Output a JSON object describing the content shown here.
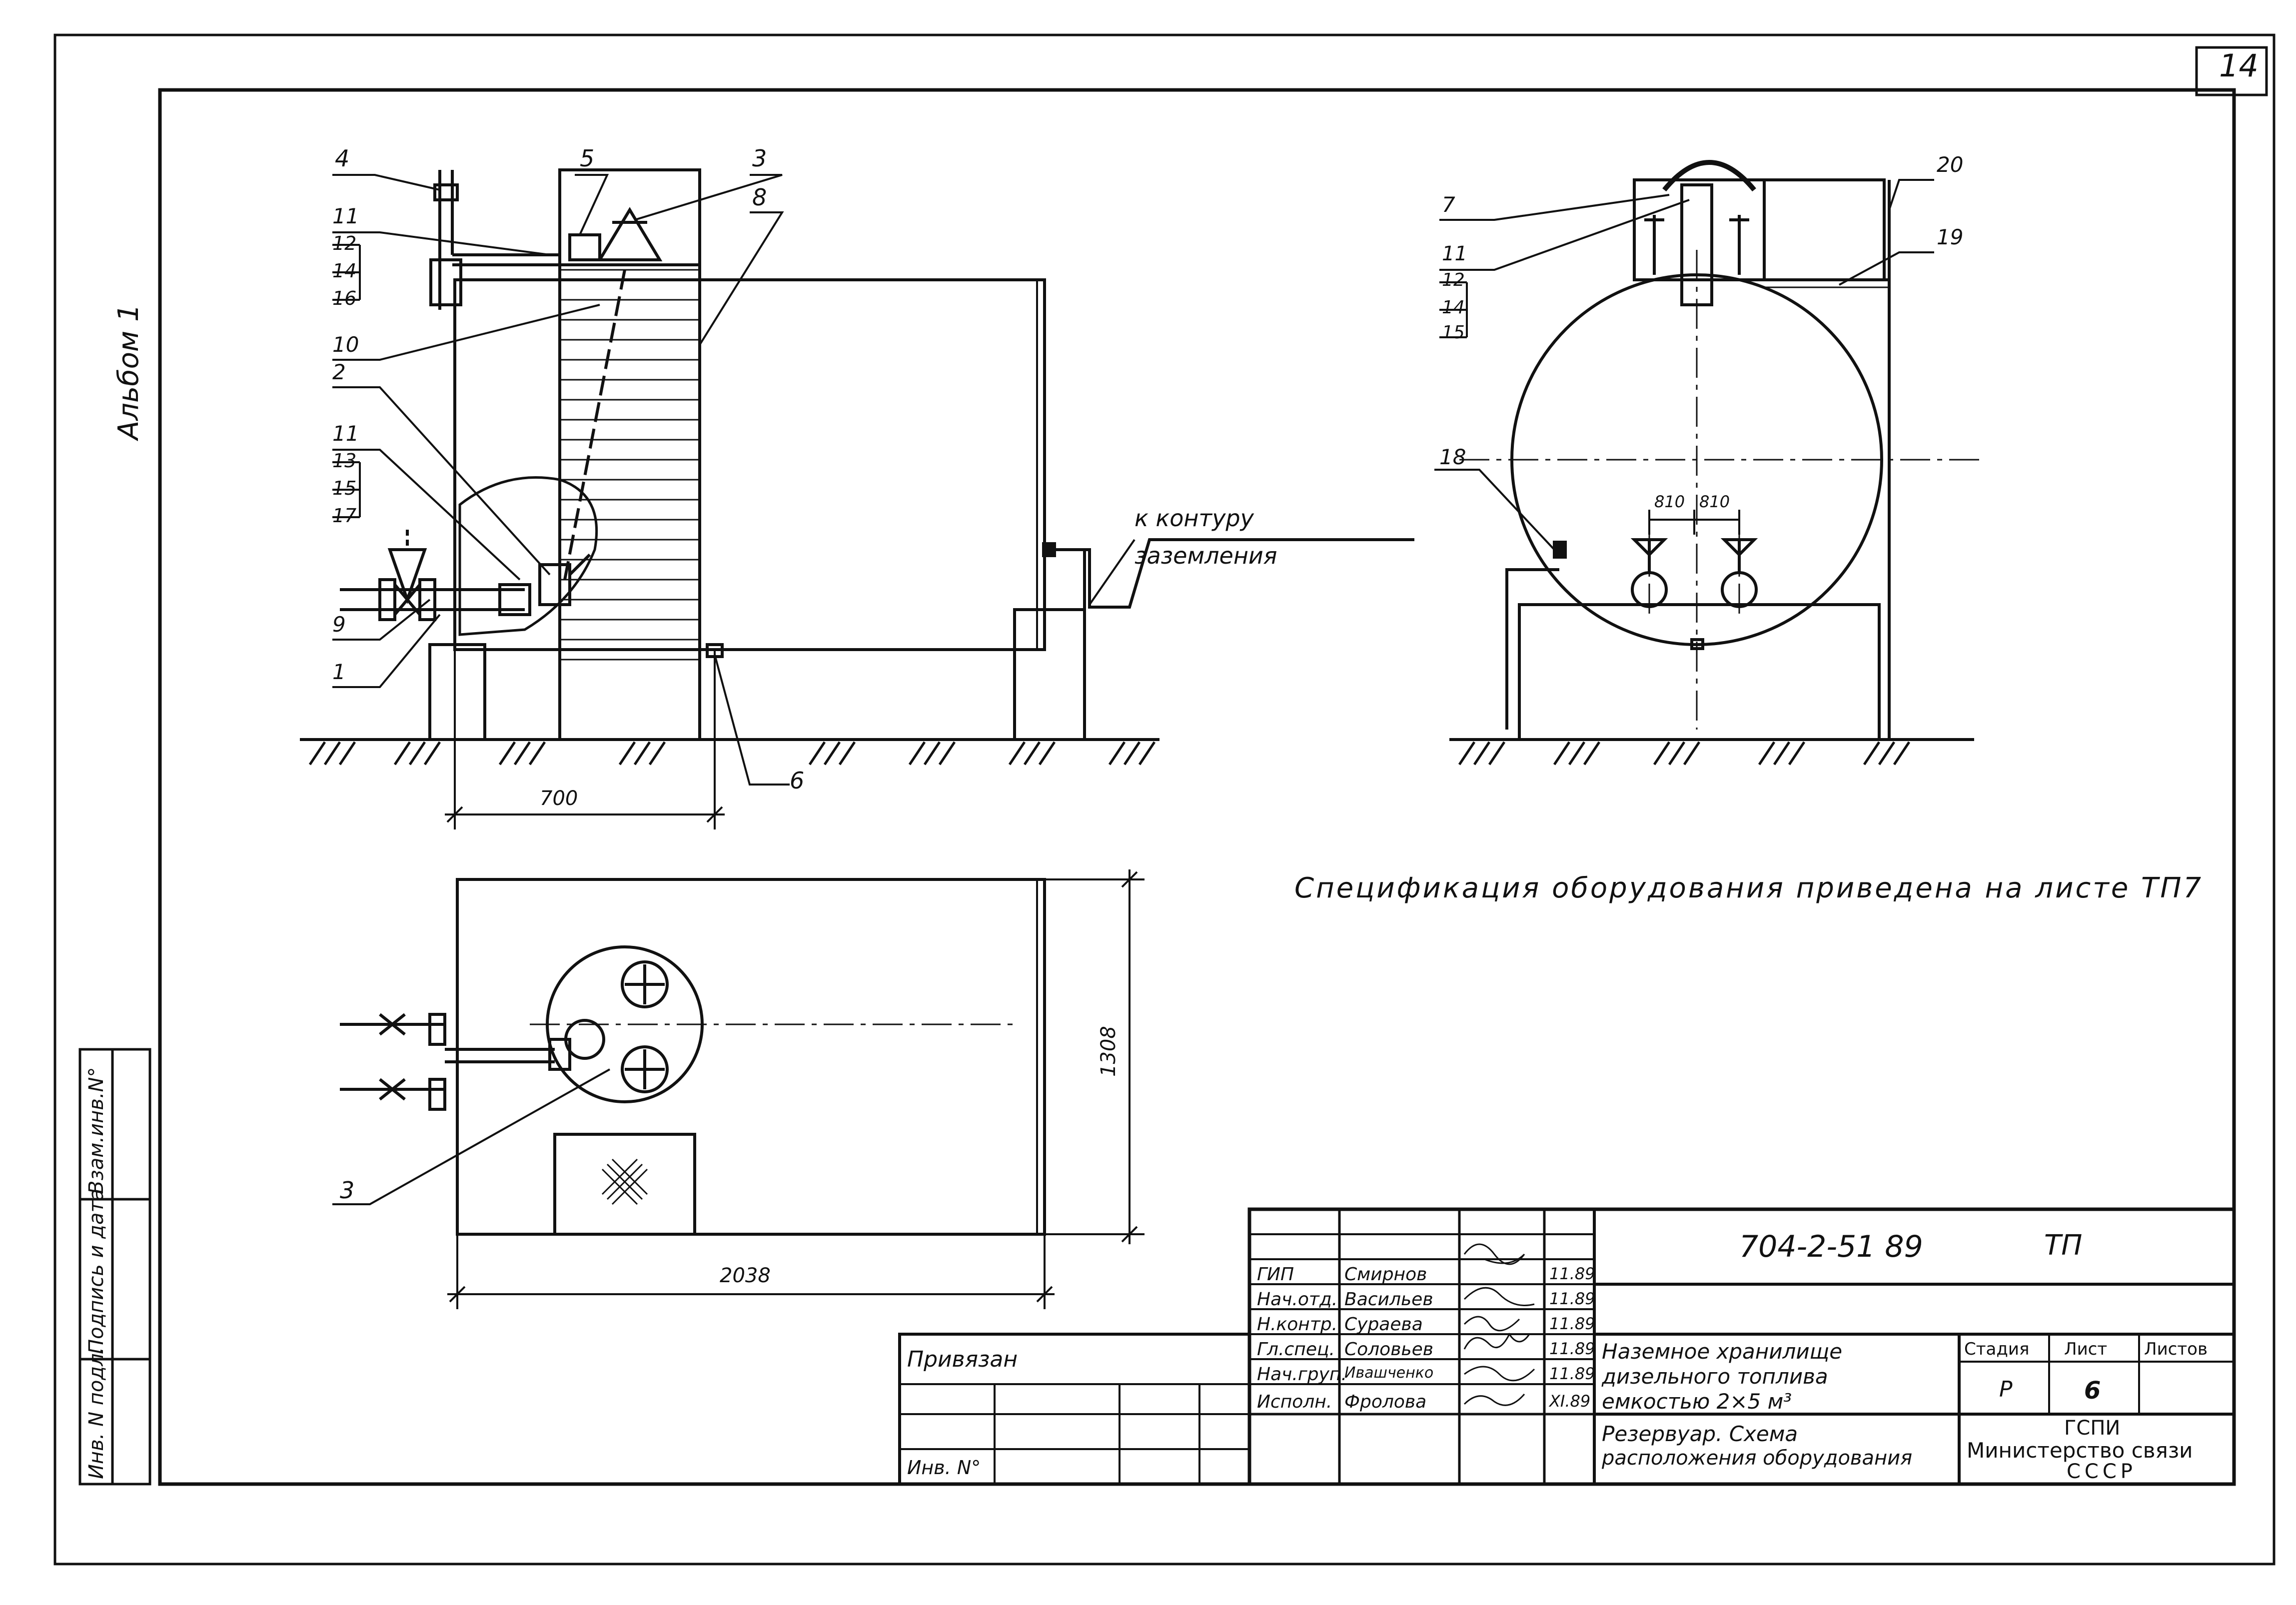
{
  "sheet_number": "14",
  "album_label": "Альбом 1",
  "side_stamp": {
    "inv_podl": "Инв. N подл.",
    "signature_date": "Подпись и дата",
    "vzam_inv": "Взам.инв.N°"
  },
  "callouts": {
    "c4": "4",
    "c5": "5",
    "c3a": "3",
    "c8": "8",
    "c11a": "11",
    "c12a": "12",
    "c14a": "14",
    "c16a": "16",
    "c10": "10",
    "c2": "2",
    "c11b": "11",
    "c13": "13",
    "c15": "15",
    "c17": "17",
    "c9": "9",
    "c1": "1",
    "c6": "6",
    "c7": "7",
    "c11c": "11",
    "c12b": "12",
    "c14b": "14",
    "c15b": "15",
    "c20": "20",
    "c19": "19",
    "c18": "18",
    "c3b": "3"
  },
  "ground_note": {
    "line1": "к контуру",
    "line2": "заземления"
  },
  "dims": {
    "d700": "700",
    "d2038": "2038",
    "d1308": "1308",
    "d810a": "810",
    "d810b": "810"
  },
  "spec_note": "Спецификация оборудования приведена на листе ТП7",
  "title_block": {
    "doc_code": "704-2-51 89",
    "doc_mark": "ТП",
    "rows": [
      {
        "role": "ГИП",
        "name": "Смирнов",
        "date": "11.89"
      },
      {
        "role": "Нач.отд.",
        "name": "Васильев",
        "date": "11.89"
      },
      {
        "role": "Н.контр.",
        "name": "Сураева",
        "date": "11.89"
      },
      {
        "role": "Гл.спец.",
        "name": "Соловьев",
        "date": "11.89"
      },
      {
        "role": "Нач.груп.",
        "name": "Ивашченко",
        "date": "11.89"
      },
      {
        "role": "Исполн.",
        "name": "Фролова",
        "date": "XI.89"
      }
    ],
    "project_title": [
      "Наземное хранилище",
      "дизельного топлива",
      "емкостью 2×5 м³"
    ],
    "sheet_title": [
      "Резервуар. Схема",
      "расположения оборудования"
    ],
    "stage_header": "Стадия",
    "sheet_header": "Лист",
    "sheets_header": "Листов",
    "stage_value": "Р",
    "sheet_value": "6",
    "org": [
      "ГСПИ",
      "Министерство связи",
      "СССР"
    ],
    "privyazan": "Привязан",
    "inv_no": "Инв. N°"
  }
}
